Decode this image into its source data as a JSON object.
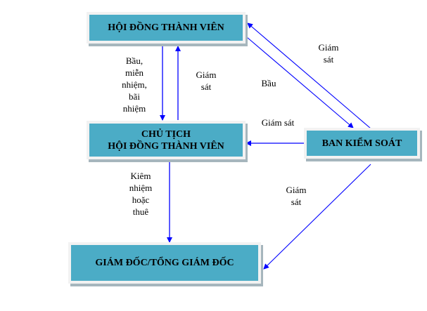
{
  "nodes": {
    "hdtv": {
      "lines": [
        "HỘI ĐỒNG THÀNH VIÊN"
      ]
    },
    "chu_tich": {
      "lines": [
        "CHỦ TỊCH",
        "HỘI ĐỒNG THÀNH VIÊN"
      ]
    },
    "ban_kiem_soat": {
      "lines": [
        "BAN KIỂM SOÁT"
      ]
    },
    "giam_doc": {
      "lines": [
        "GIÁM ĐỐC/TỔNG GIÁM ĐỐC"
      ]
    }
  },
  "edges": [
    {
      "from": "hdtv",
      "to": "chu_tich",
      "label_lines": [
        "Bầu,",
        "miễn",
        "nhiệm,",
        "bãi",
        "nhiệm"
      ]
    },
    {
      "from": "chu_tich",
      "to": "hdtv",
      "label_lines": [
        "Giám",
        "sát"
      ]
    },
    {
      "from": "hdtv",
      "to": "ban_kiem_soat",
      "label_lines": [
        "Bầu"
      ]
    },
    {
      "from": "ban_kiem_soat",
      "to": "hdtv",
      "label_lines": [
        "Giám",
        "sát"
      ]
    },
    {
      "from": "ban_kiem_soat",
      "to": "chu_tich",
      "label_lines": [
        "Giám sát"
      ]
    },
    {
      "from": "chu_tich",
      "to": "giam_doc",
      "label_lines": [
        "Kiêm",
        "nhiệm",
        "hoặc",
        "thuê"
      ]
    },
    {
      "from": "ban_kiem_soat",
      "to": "giam_doc",
      "label_lines": [
        "Giám",
        "sát"
      ]
    }
  ],
  "colors": {
    "box_fill": "#4bacc6",
    "arrow": "#0000ff"
  }
}
